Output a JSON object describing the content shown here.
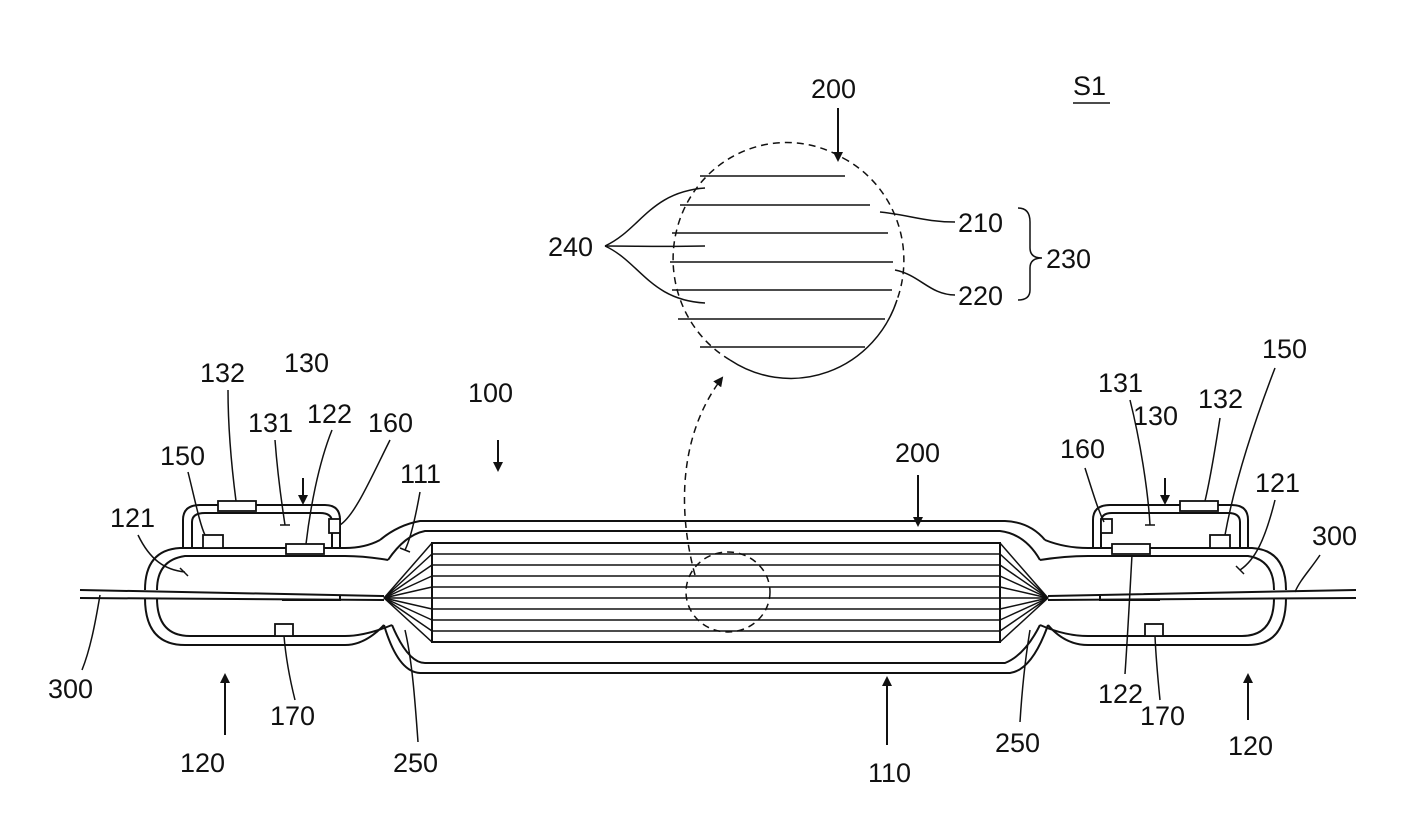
{
  "figure": {
    "sheet_label": "S1",
    "labels": {
      "l200_top": "200",
      "l210": "210",
      "l220": "220",
      "l230": "230",
      "l240": "240",
      "l132_left": "132",
      "l130_left": "130",
      "l131_left": "131",
      "l122_left": "122",
      "l160_left": "160",
      "l150_left": "150",
      "l121_left": "121",
      "l100": "100",
      "l111": "111",
      "l300_left": "300",
      "l170_left": "170",
      "l120_left": "120",
      "l250_left": "250",
      "l200_mid": "200",
      "l110": "110",
      "l250_right": "250",
      "l131_right": "131",
      "l130_right": "130",
      "l132_right": "132",
      "l150_right": "150",
      "l160_right": "160",
      "l121_right": "121",
      "l300_right": "300",
      "l122_right": "122",
      "l170_right": "170",
      "l120_right": "120"
    }
  }
}
